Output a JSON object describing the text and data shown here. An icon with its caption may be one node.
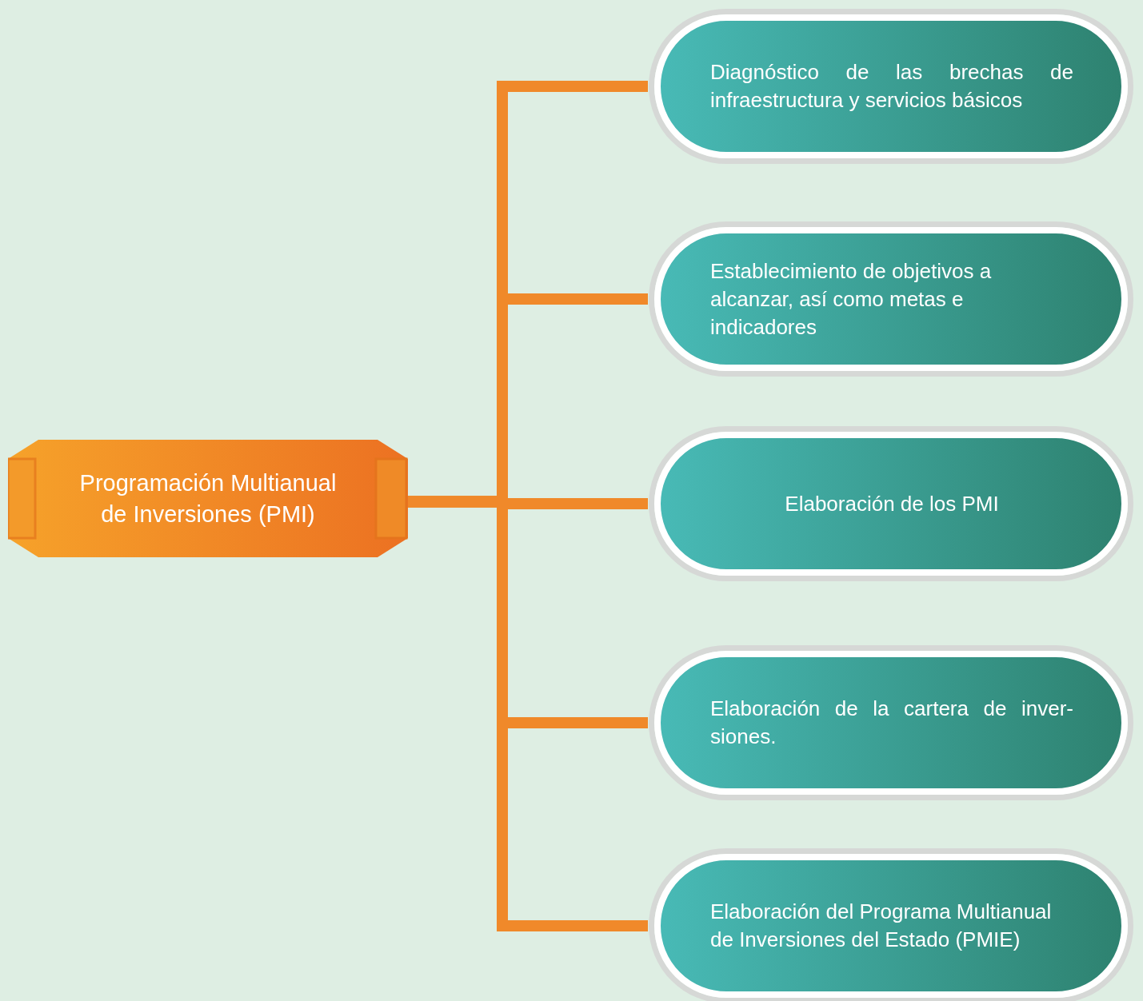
{
  "diagram": {
    "nodes": [
      {
        "text": [
          "Programación Multianual de Inversiones (PMI)"
        ]
      },
      {
        "text": [
          "Diagnóstico de las brechas de infraestructura y servicios básicos"
        ]
      },
      {
        "text": [
          "Establecimiento de objetivos a alcanzar, así como metas e indicadores"
        ]
      },
      {
        "text": [
          "Elaboración de los PMI"
        ]
      },
      {
        "text": [
          "Elaboración de la cartera de inver- siones."
        ]
      },
      {
        "text": [
          "Elaboración del Programa Multianual de Inversiones del Estado (PMIE)"
        ]
      }
    ],
    "edges": [
      {
        "from": 0,
        "to": 1,
        "arrow": "none"
      },
      {
        "from": 0,
        "to": 2,
        "arrow": "none"
      },
      {
        "from": 0,
        "to": 3,
        "arrow": "none"
      },
      {
        "from": 0,
        "to": 4,
        "arrow": "none"
      },
      {
        "from": 0,
        "to": 5,
        "arrow": "none"
      }
    ]
  }
}
